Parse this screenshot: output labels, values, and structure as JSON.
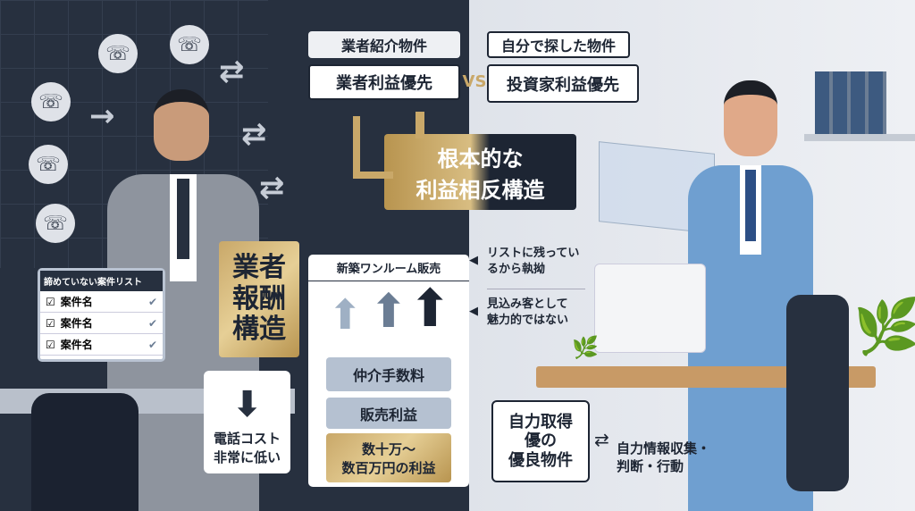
{
  "top_left": {
    "label": "業者紹介物件",
    "subtitle": "業者利益優先"
  },
  "vs": "VS",
  "top_right": {
    "label": "自分で探した物件",
    "subtitle": "投資家利益優先"
  },
  "center": {
    "line1": "根本的な",
    "line2": "利益相反構造"
  },
  "list_window": {
    "title": "諦めていない案件リスト",
    "items": [
      "案件名",
      "案件名",
      "案件名"
    ]
  },
  "reward_structure": {
    "line1": "業者",
    "line2": "報酬",
    "line3": "構造"
  },
  "phone_cost": {
    "line1": "電話コスト",
    "line2": "非常に低い"
  },
  "sales_box": {
    "title": "新築ワンルーム販売",
    "items": [
      "仲介手数料",
      "販売利益"
    ],
    "profit_line1": "数十万〜",
    "profit_line2": "数百万円の利益"
  },
  "notes": [
    {
      "line1": "リストに残ってい",
      "line2": "るから執拗"
    },
    {
      "line1": "見込み客として",
      "line2": "魅力的ではない"
    }
  ],
  "self_box": {
    "line1": "自力取得",
    "line2": "優の",
    "line3": "優良物件"
  },
  "self_action": {
    "line1": "自力情報収集・",
    "line2": "判断・行動"
  },
  "colors": {
    "dark": "#27303f",
    "gold": "#c9a869",
    "light": "#e6e9ef"
  }
}
